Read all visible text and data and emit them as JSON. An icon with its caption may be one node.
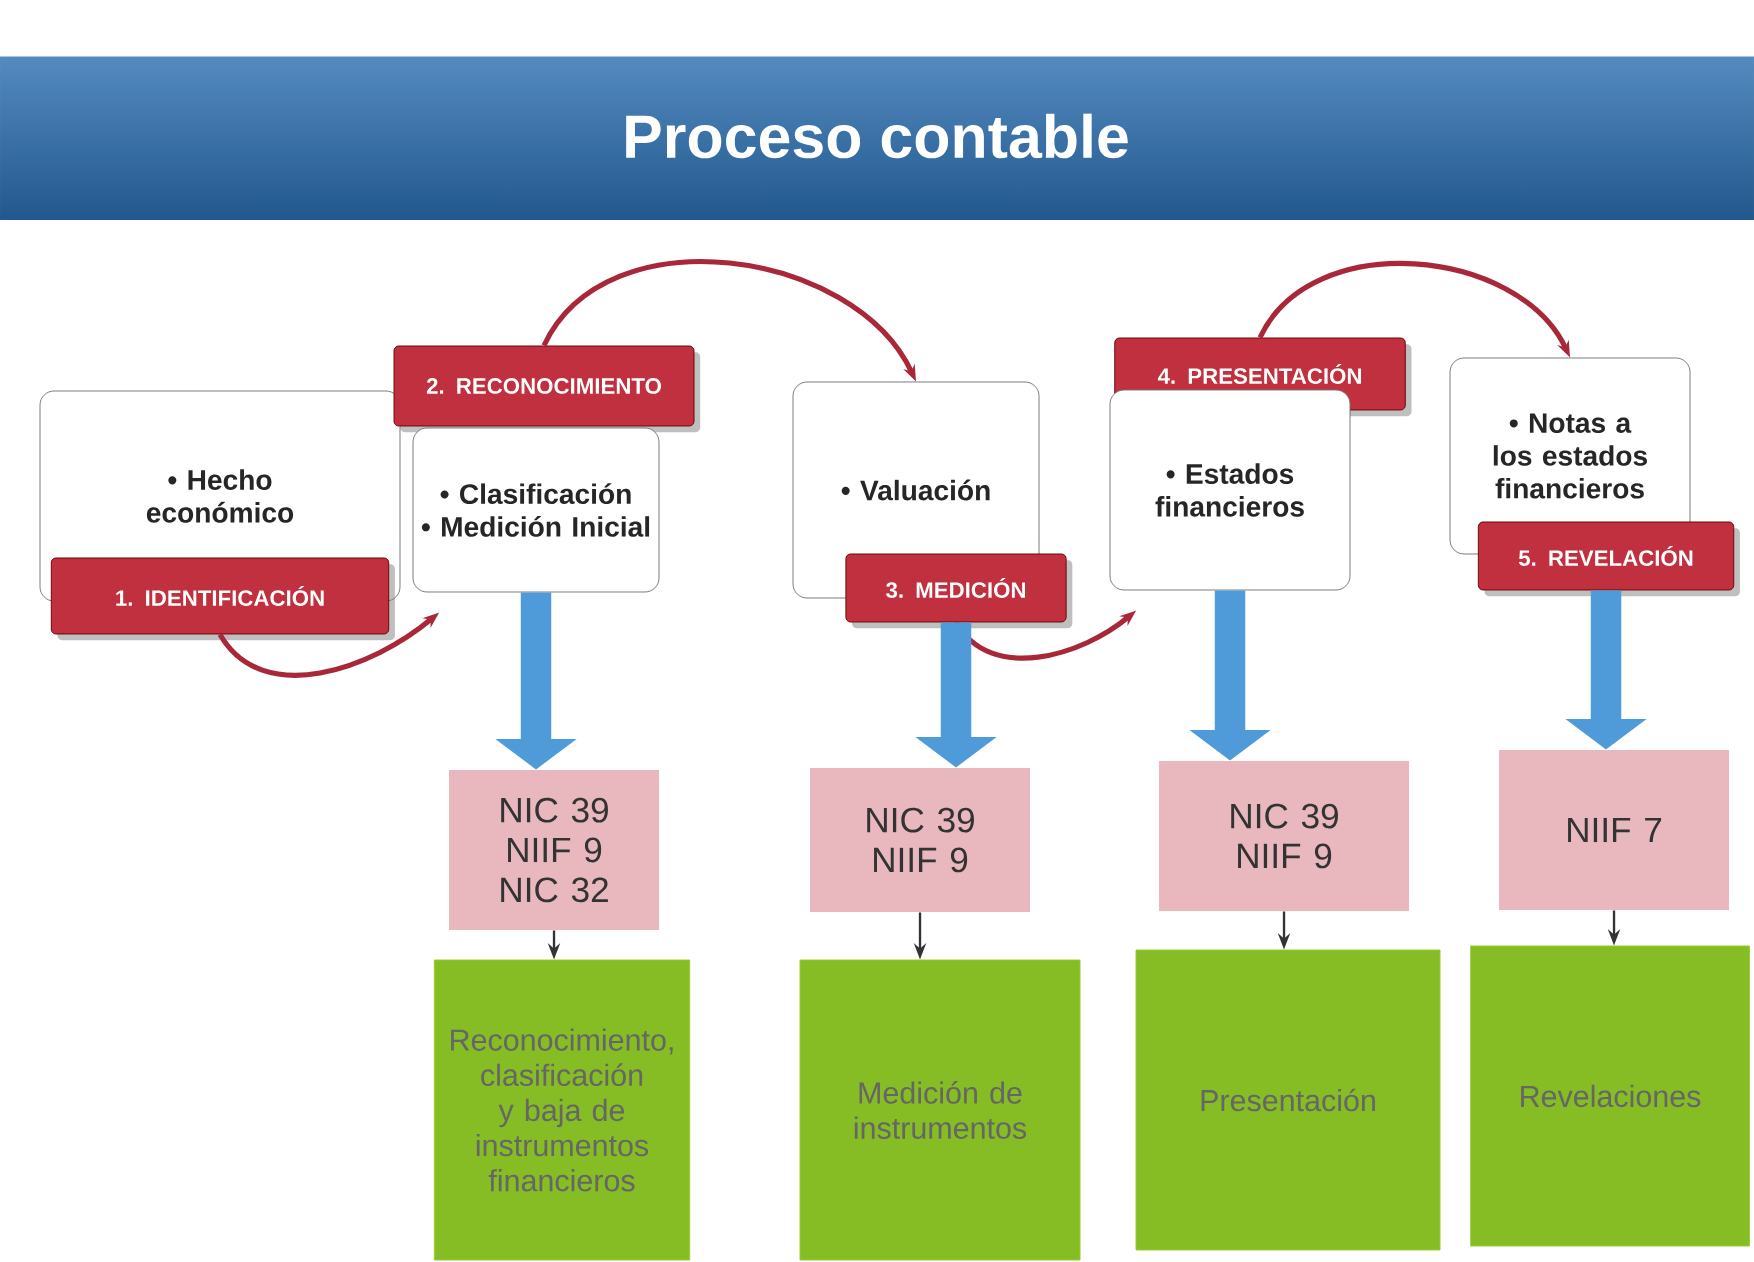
{
  "diagram": {
    "title": "Proceso contable",
    "nodes": [
      {
        "text": [
          "• Hecho económico"
        ]
      },
      {
        "text": [
          "1. IDENTIFICACIÓN"
        ]
      },
      {
        "text": [
          "2. RECONOCIMIENTO"
        ]
      },
      {
        "text": [
          "• Clasificación",
          "• Medición Inicial"
        ]
      },
      {
        "text": [
          "• Valuación"
        ]
      },
      {
        "text": [
          "3. MEDICIÓN"
        ]
      },
      {
        "text": [
          "4. PRESENTACIÓN"
        ]
      },
      {
        "text": [
          "• Estados financieros"
        ]
      },
      {
        "text": [
          "• Notas a los estados financieros"
        ]
      },
      {
        "text": [
          "5. REVELACIÓN"
        ]
      },
      {
        "text": [
          "NIC 39 NIIF 9 NIC 32"
        ]
      },
      {
        "text": [
          "NIC 39 NIIF 9"
        ]
      },
      {
        "text": [
          "NIC 39 NIIF 9"
        ]
      },
      {
        "text": [
          "NIIF 7"
        ]
      },
      {
        "text": [
          "Reconocimiento, clasificación y baja de instrumentos financieros"
        ]
      },
      {
        "text": [
          "Medición de instrumentos"
        ]
      },
      {
        "text": [
          "Presentación"
        ]
      },
      {
        "text": [
          "Revelaciones"
        ]
      }
    ],
    "edges": [
      {
        "from": 1,
        "to": 3,
        "arrow": "to",
        "color": "#a8283a"
      },
      {
        "from": 2,
        "to": 4,
        "arrow": "to",
        "color": "#a8283a"
      },
      {
        "from": 5,
        "to": 7,
        "arrow": "to",
        "color": "#a8283a"
      },
      {
        "from": 6,
        "to": 8,
        "arrow": "to",
        "color": "#a8283a"
      },
      {
        "from": 3,
        "to": 10,
        "arrow": "to",
        "style": "thick",
        "color": "#4f9bd9"
      },
      {
        "from": 5,
        "to": 11,
        "arrow": "to",
        "style": "thick",
        "color": "#4f9bd9"
      },
      {
        "from": 7,
        "to": 12,
        "arrow": "to",
        "style": "thick",
        "color": "#4f9bd9"
      },
      {
        "from": 9,
        "to": 13,
        "arrow": "to",
        "style": "thick",
        "color": "#4f9bd9"
      },
      {
        "from": 10,
        "to": 14,
        "arrow": "to",
        "color": "#333333"
      },
      {
        "from": 11,
        "to": 15,
        "arrow": "to",
        "color": "#333333"
      },
      {
        "from": 12,
        "to": 16,
        "arrow": "to",
        "color": "#333333"
      },
      {
        "from": 13,
        "to": 17,
        "arrow": "to",
        "color": "#333333"
      }
    ]
  }
}
